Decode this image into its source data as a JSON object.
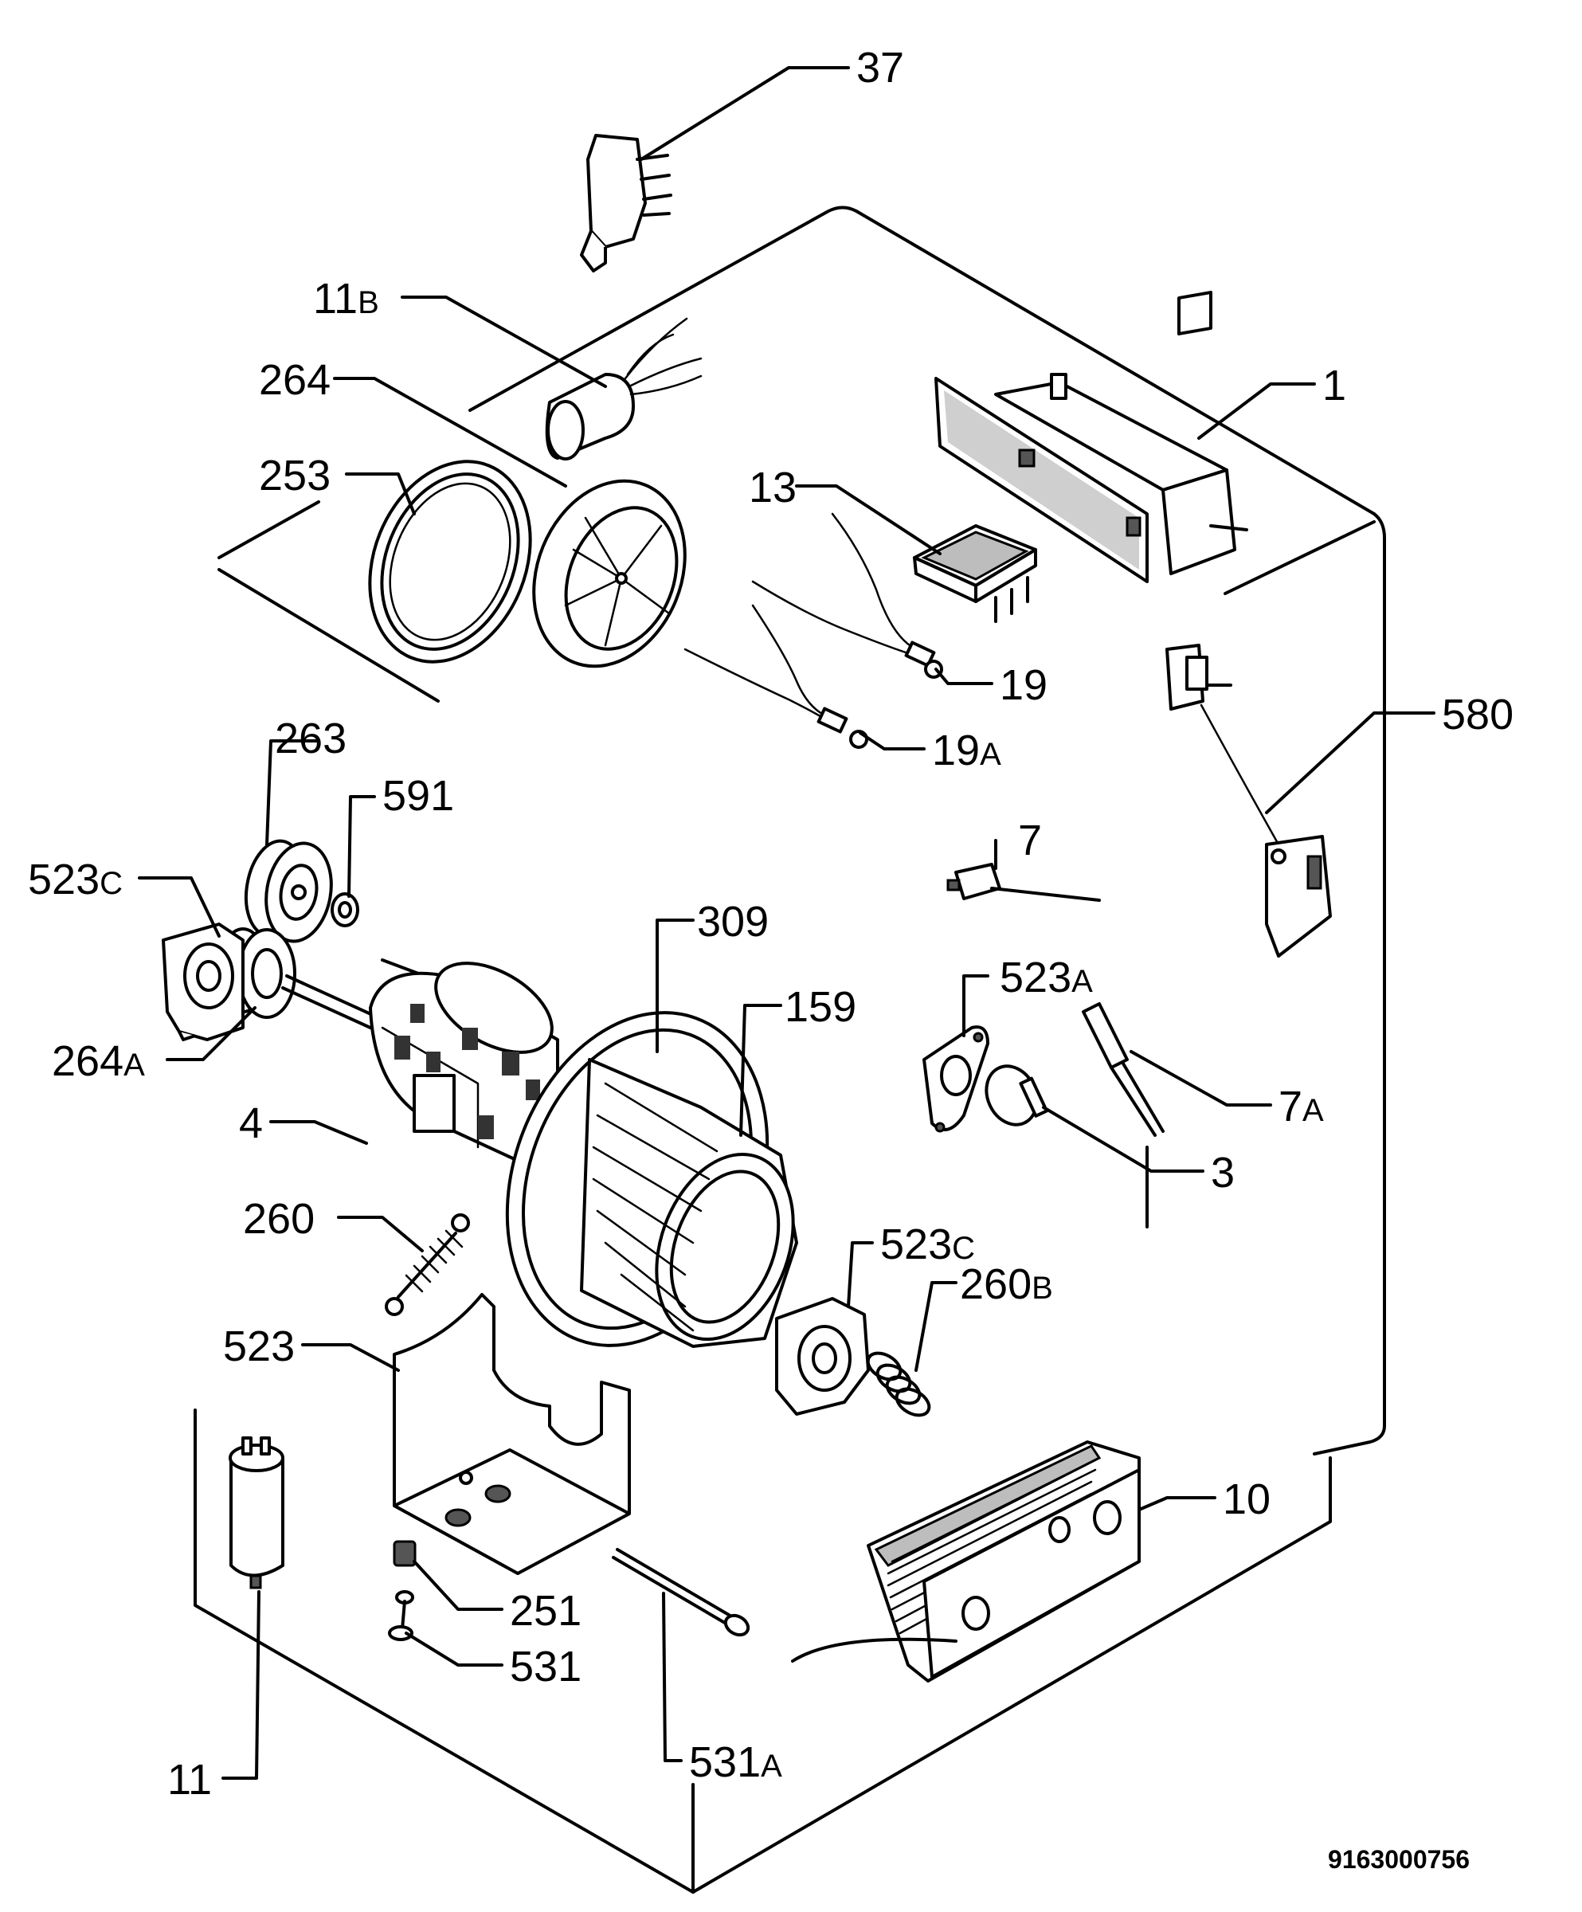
{
  "callouts": {
    "c37": "37",
    "c11": "11",
    "c11B": "B",
    "c264": "264",
    "c1": "1",
    "c253": "253",
    "c13": "13",
    "c19": "19",
    "c19A": "A",
    "c263": "263",
    "c580": "580",
    "c591": "591",
    "c523C_left": "C",
    "c523": "523",
    "c7": "7",
    "c309": "309",
    "c523A": "A",
    "c159": "159",
    "c264A": "A",
    "c7A": "A",
    "c4": "4",
    "c3": "3",
    "c260": "260",
    "c523C_right": "C",
    "c260B": "B",
    "c10": "10",
    "c251": "251",
    "c531": "531",
    "c531A": "A"
  },
  "document_id": "9163000756"
}
